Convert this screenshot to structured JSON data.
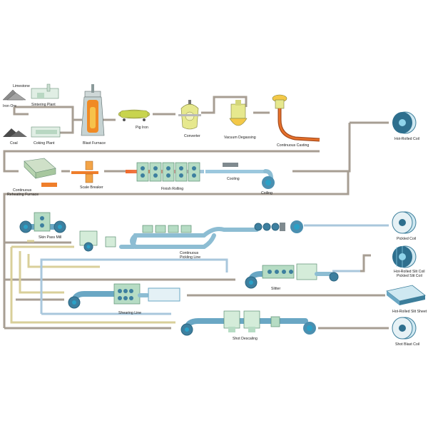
{
  "labels": {
    "limestone": "Limestone",
    "iron_ore": "Iron Ore",
    "sintering_plant": "Sintering Plant",
    "coal": "Coal",
    "coking_plant": "Coking Plant",
    "blast_furnace": "Blast Furnace",
    "pig_iron": "Pig Iron",
    "converter": "Converter",
    "vacuum_degassing": "Vacuum Degassing",
    "continuous_casting": "Continuous Casting",
    "hot_rolled_coil": "Hot-Rolled Coil",
    "continuous_reheating_furnace_1": "Continuous",
    "continuous_reheating_furnace_2": "Reheating Furnace",
    "scale_breaker": "Scale Breaker",
    "finish_rolling": "Finish Rolling",
    "cooling": "Cooling",
    "coiling": "Coiling",
    "skin_pass_mill": "Skin Pass Mill",
    "pickled_coil": "Pickled Coil",
    "continuous_pickling_line_1": "Continuous",
    "continuous_pickling_line_2": "Pickling Line",
    "hot_rolled_slit_coil_1": "Hot-Rolled Slit Coil",
    "hot_rolled_slit_coil_2": "Pickled Slit Coil",
    "slitter": "Slitter",
    "shearing_line": "Shearing Line",
    "hot_rolled_slit_sheet": "Hot-Rolled Slit Sheet",
    "shot_descaling": "Shot Descaling",
    "shot_blast_coil": "Shot Blast Coil"
  },
  "colors": {
    "main_pipe": "#a79e93",
    "yellow_pipe": "#d9cf9a",
    "blue_pipe": "#a9c7dc",
    "belt": "#6aa7c4",
    "equipment": "#b6dcc4",
    "furnace_hot": "#f08a24",
    "coil": "#cfe8f1"
  },
  "icons": [
    "limestone-pile",
    "ore-pile",
    "coal-pile",
    "sintering-plant",
    "coking-plant",
    "blast-furnace",
    "pig-iron-car",
    "converter",
    "vacuum-degasser",
    "continuous-caster",
    "coil",
    "reheating-furnace",
    "scale-breaker",
    "rolling-stand",
    "coiler",
    "sheet-stack"
  ]
}
